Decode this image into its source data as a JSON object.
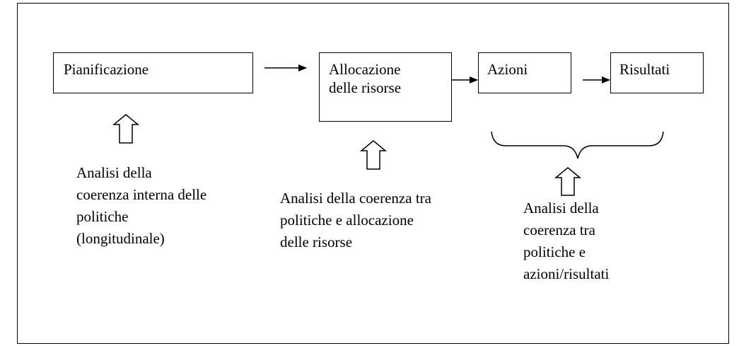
{
  "diagram": {
    "nodes": [
      {
        "id": "pianificazione",
        "label": "Pianificazione"
      },
      {
        "id": "allocazione",
        "label": "Allocazione\ndelle risorse"
      },
      {
        "id": "azioni",
        "label": "Azioni"
      },
      {
        "id": "risultati",
        "label": "Risultati"
      }
    ],
    "edges": [
      {
        "from": "pianificazione",
        "to": "allocazione"
      },
      {
        "from": "allocazione",
        "to": "azioni"
      },
      {
        "from": "azioni",
        "to": "risultati"
      }
    ],
    "annotations": [
      {
        "target": "pianificazione",
        "text": "Analisi della\ncoerenza interna delle\npolitiche\n(longitudinale)"
      },
      {
        "target": "allocazione",
        "text": "Analisi della coerenza tra\npolitiche e allocazione\ndelle risorse"
      },
      {
        "target": [
          "azioni",
          "risultati"
        ],
        "text": "Analisi della\ncoerenza tra\npolitiche e\nazioni/risultati"
      }
    ]
  }
}
